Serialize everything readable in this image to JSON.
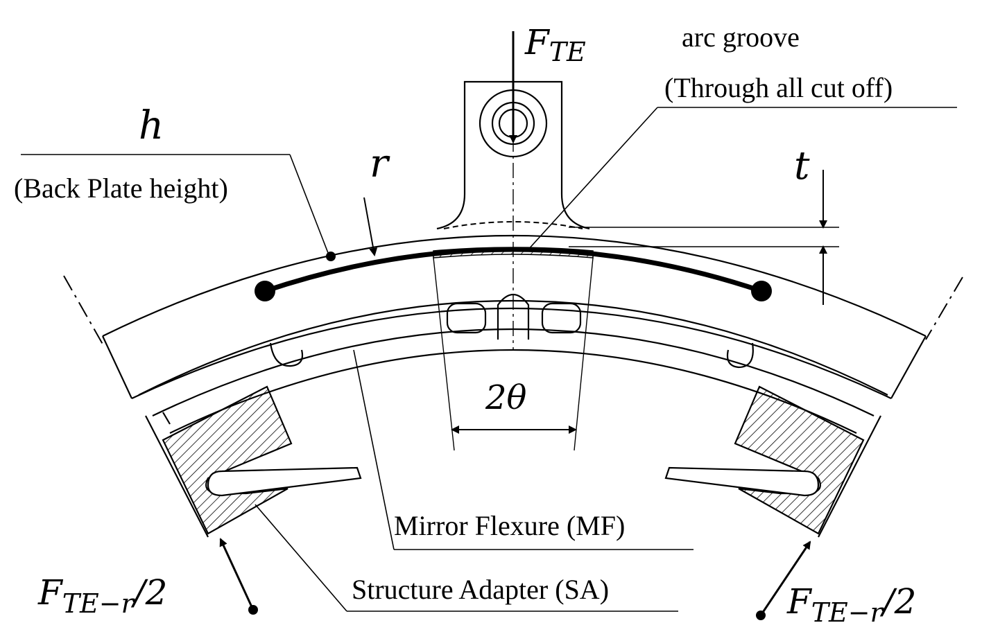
{
  "labels": {
    "force_top": {
      "main": "F",
      "sub": "TE"
    },
    "arc_groove_line1": "arc groove",
    "arc_groove_line2": "(Through all cut off)",
    "h_symbol": "h",
    "back_plate": "(Back Plate height)",
    "r_symbol": "r",
    "t_symbol": "t",
    "angle": "2θ",
    "mirror_flexure": "Mirror Flexure (MF)",
    "structure_adapter": "Structure Adapter (SA)",
    "force_left": {
      "main": "F",
      "sub": "TE−r",
      "suffix": "/2"
    },
    "force_right": {
      "main": "F",
      "sub": "TE−r",
      "suffix": "/2"
    }
  },
  "colors": {
    "ink": "#000000",
    "background": "#ffffff"
  }
}
